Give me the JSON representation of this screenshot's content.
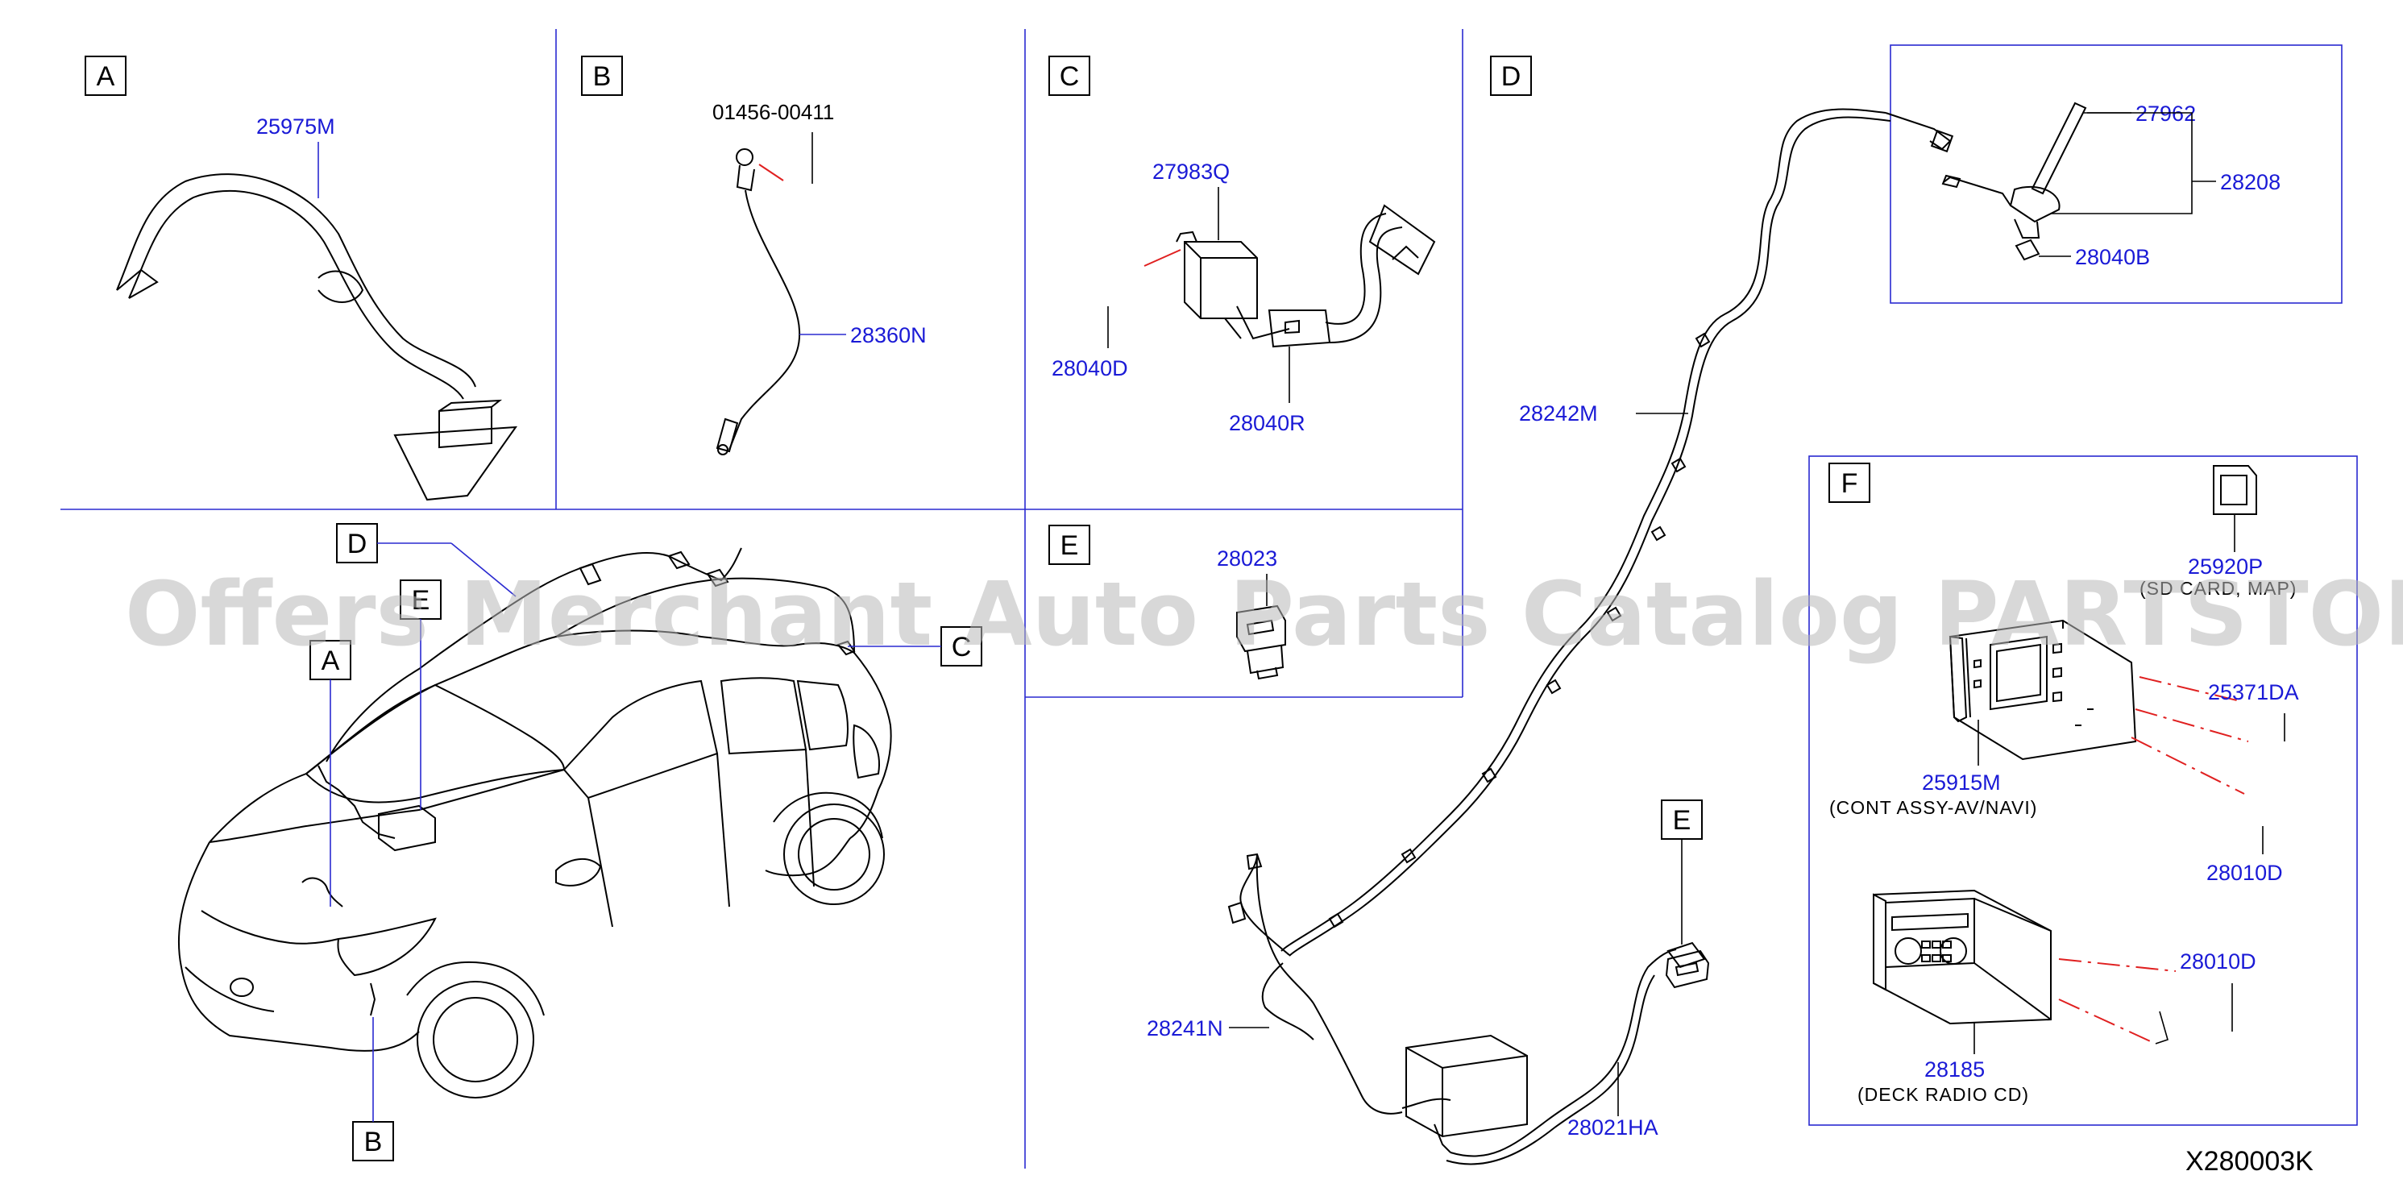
{
  "panels": {
    "A": "A",
    "B": "B",
    "C": "C",
    "D": "D",
    "E": "E",
    "F": "F"
  },
  "car_callouts": {
    "D": "D",
    "A": "A",
    "C": "C",
    "B": "B",
    "E": "E"
  },
  "parts": {
    "p25975M": "25975M",
    "p01456_00411": "01456-00411",
    "p28360N": "28360N",
    "p27983Q": "27983Q",
    "p28040D": "28040D",
    "p28040R": "28040R",
    "p28023": "28023",
    "p27962": "27962",
    "p28208": "28208",
    "p28040B": "28040B",
    "p28242M": "28242M",
    "p28241N": "28241N",
    "p28021HA": "28021HA",
    "p25920P": "25920P",
    "p25371DA": "25371DA",
    "p25915M": "25915M",
    "p28010D_a": "28010D",
    "p28010D_b": "28010D",
    "p28185": "28185"
  },
  "descriptions": {
    "sd_card": "(SD  CARD,  MAP)",
    "navi": "(CONT   ASSY-AV/NAVI)",
    "deck": "(DECK   RADIO   CD)"
  },
  "diagram_code": "X280003K",
  "watermark": "Offers Merchant Auto Parts Catalog PARTSTORE.SA",
  "colors": {
    "part_number": "#1a1ad6",
    "divider": "#2a2ad0",
    "indicator": "#e02020",
    "watermark": "#b9b9b9"
  }
}
